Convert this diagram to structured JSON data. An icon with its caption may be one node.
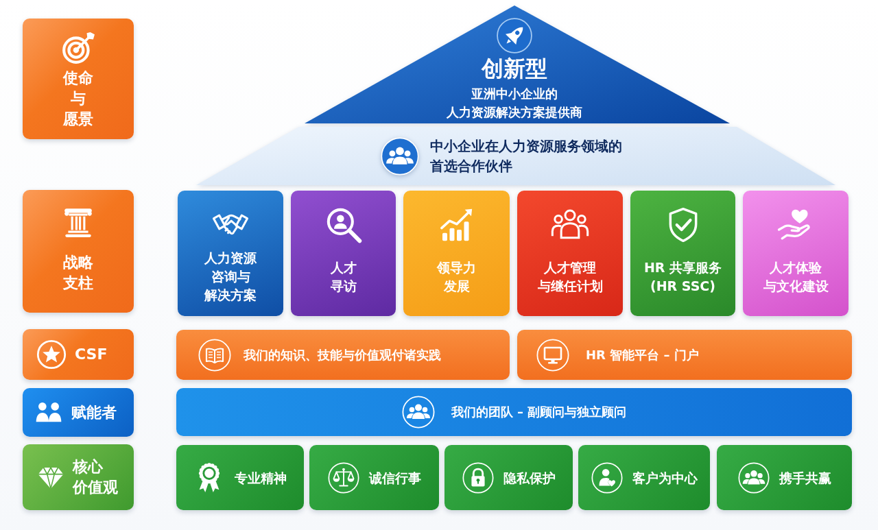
{
  "diagram": {
    "nodes": [
      {
        "text": [
          "使命与愿景"
        ]
      },
      {
        "text": [
          "创新型",
          "亚洲中小企业的人力资源解决方案提供商"
        ]
      },
      {
        "text": [
          "中小企业在人力资源服务领域的首选合作伙伴"
        ]
      },
      {
        "text": [
          "战略支柱"
        ]
      },
      {
        "text": [
          "人力资源咨询与解决方案"
        ]
      },
      {
        "text": [
          "人才寻访"
        ]
      },
      {
        "text": [
          "领导力发展"
        ]
      },
      {
        "text": [
          "人才管理与继任计划"
        ]
      },
      {
        "text": [
          "HR 共享服务 (HR SSC)"
        ]
      },
      {
        "text": [
          "人才体验与文化建设"
        ]
      },
      {
        "text": [
          "CSF"
        ]
      },
      {
        "text": [
          "我们的知识、技能与价值观付诸实践"
        ]
      },
      {
        "text": [
          "HR 智能平台 – 门户"
        ]
      },
      {
        "text": [
          "赋能者"
        ]
      },
      {
        "text": [
          "我们的团队 – 副顾问与独立顾问"
        ]
      },
      {
        "text": [
          "核心价值观"
        ]
      },
      {
        "text": [
          "专业精神"
        ]
      },
      {
        "text": [
          "诚信行事"
        ]
      },
      {
        "text": [
          "隐私保护"
        ]
      },
      {
        "text": [
          "客户为中心"
        ]
      },
      {
        "text": [
          "携手共赢"
        ]
      }
    ]
  }
}
